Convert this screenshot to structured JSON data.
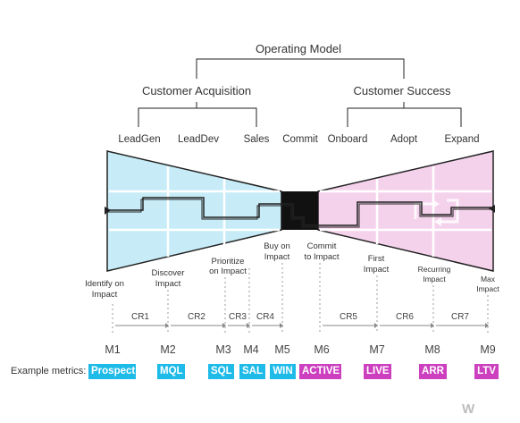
{
  "hierarchy": {
    "root": "Operating Model",
    "acquisition": "Customer Acquisition",
    "success": "Customer Success"
  },
  "stages": {
    "leadgen": "LeadGen",
    "leaddev": "LeadDev",
    "sales": "Sales",
    "commit": "Commit",
    "onboard": "Onboard",
    "adopt": "Adopt",
    "expand": "Expand"
  },
  "impacts": {
    "identify": [
      "Identify on",
      "Impact"
    ],
    "discover": [
      "Discover",
      "Impact"
    ],
    "prioritize": [
      "Prioritize",
      "on Impact"
    ],
    "buy": [
      "Buy on",
      "Impact"
    ],
    "commit": [
      "Commit",
      "to Impact"
    ],
    "first": [
      "First",
      "Impact"
    ],
    "recurring": [
      "Recurring",
      "Impact"
    ],
    "max": [
      "Max",
      "Impact"
    ]
  },
  "milestones": [
    "M1",
    "M2",
    "M3",
    "M4",
    "M5",
    "M6",
    "M7",
    "M8",
    "M9"
  ],
  "conversion_rates": [
    "CR1",
    "CR2",
    "CR3",
    "CR4",
    "CR5",
    "CR6",
    "CR7"
  ],
  "metrics": {
    "caption": "Example metrics:",
    "items": [
      {
        "label": "Prospect",
        "color": "#1ebbe9"
      },
      {
        "label": "MQL",
        "color": "#1ebbe9"
      },
      {
        "label": "SQL",
        "color": "#1ebbe9"
      },
      {
        "label": "SAL",
        "color": "#1ebbe9"
      },
      {
        "label": "WIN",
        "color": "#1ebbe9"
      },
      {
        "label": "ACTIVE",
        "color": "#cc3fbf"
      },
      {
        "label": "LIVE",
        "color": "#cc3fbf"
      },
      {
        "label": "ARR",
        "color": "#cc3fbf"
      },
      {
        "label": "LTV",
        "color": "#cc3fbf"
      }
    ]
  },
  "colors": {
    "acquisition_fill": "#c7ecf7",
    "success_fill": "#f5d2ec",
    "commit_fill": "#111111",
    "line": "#222222"
  }
}
